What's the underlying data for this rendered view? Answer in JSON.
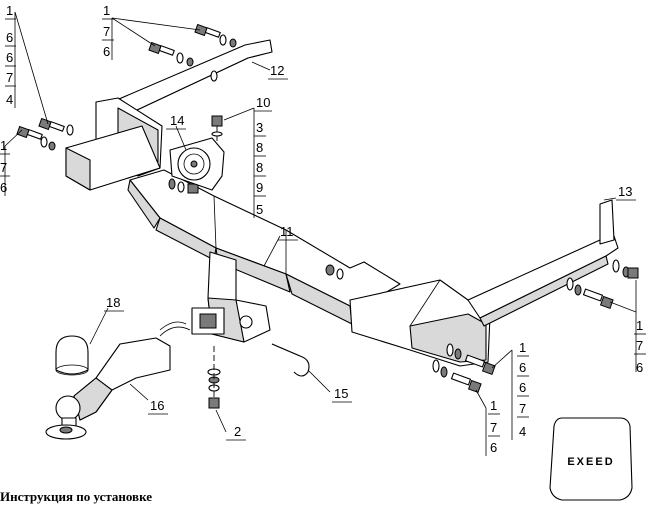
{
  "caption": "Инструкция по установке",
  "logo_text": "EXEED",
  "callouts": {
    "top_stack": [
      "1",
      "7",
      "6"
    ],
    "left_stack": [
      "1",
      "6",
      "6",
      "7",
      "4"
    ],
    "left_bolt_stack": [
      "1",
      "7",
      "6"
    ],
    "mid_stack": [
      "10",
      "3",
      "8",
      "8",
      "9",
      "5"
    ],
    "right_bolt_stack": [
      "1",
      "7",
      "6"
    ],
    "lower_right_stack": [
      "1",
      "6",
      "6",
      "7",
      "4"
    ],
    "lower_bolt_stack": [
      "1",
      "7",
      "6"
    ],
    "label_12": "12",
    "label_13": "13",
    "label_14": "14",
    "label_11": "11",
    "label_18": "18",
    "label_16": "16",
    "label_15": "15",
    "label_2": "2"
  }
}
